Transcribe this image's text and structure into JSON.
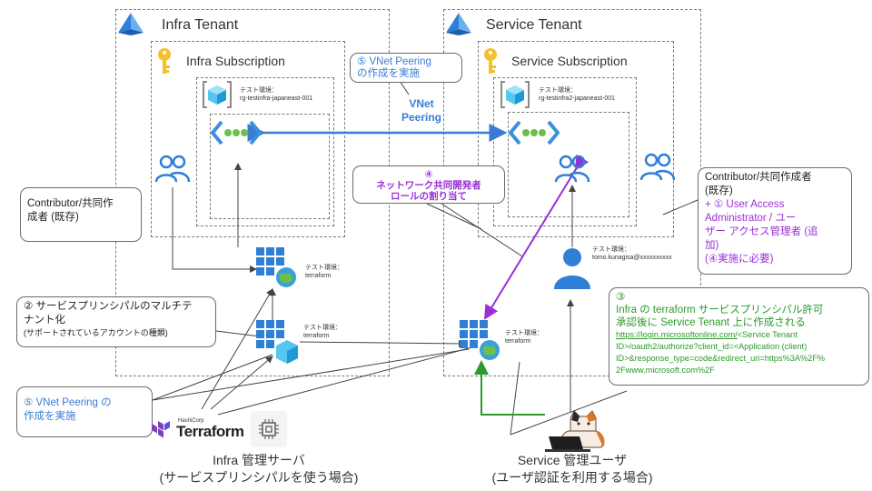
{
  "tenants": {
    "infra": {
      "title": "Infra Tenant",
      "subscription": "Infra Subscription",
      "rg_label_1": "テスト環境：",
      "rg_label_2": "rg-testinfra-japaneast-001"
    },
    "service": {
      "title": "Service Tenant",
      "subscription": "Service Subscription",
      "rg_label_1": "テスト環境：",
      "rg_label_2": "rg-testinfra2-japaneast-001"
    }
  },
  "vnet_peering": {
    "label_1": "VNet",
    "label_2": "Peering"
  },
  "apps": {
    "infra_terraform": {
      "line1": "テスト環境：",
      "line2": "terraform"
    },
    "infra_multitenant": {
      "line1": "テスト環境：",
      "line2": "terraform"
    },
    "service_terraform": {
      "line1": "テスト環境：",
      "line2": "terraform"
    }
  },
  "user_service": {
    "line1": "テスト環境：",
    "line2": "tomo.kunagisa@xxxxxxxxxx"
  },
  "callouts": {
    "step5_top": {
      "line1": "⑤ VNet Peering",
      "line2": "の作成を実施"
    },
    "step4": {
      "line1": "④",
      "line2": "ネットワーク共同開発者",
      "line3": "ロールの割り当て"
    },
    "contributor_left": {
      "line1": "Contributor/共同作",
      "line2": "成者 (既存)"
    },
    "contributor_right": {
      "line1": "Contributor/共同作成者",
      "line2": "(既存)",
      "line3": "+ ① User Access",
      "line4": "Administrator / ユー",
      "line5": "ザー アクセス管理者 (追",
      "line6": "加)",
      "line7": "(④実施に必要)"
    },
    "step2": {
      "line1": "② サービスプリンシパルのマルチテ",
      "line2": "ナント化",
      "line3": "(サポートされているアカウントの種類)"
    },
    "step3": {
      "line1": "③",
      "line2": "Infra の terraform サービスプリンシパル許可",
      "line3": "承認後に Service Tenant 上に作成される",
      "url1": "https://login.microsoftonline.com/",
      "url1b": "<Service Tenant",
      "url2": "ID>/oauth2/authorize?client_id=<Application (client)",
      "url3": "ID>&response_type=code&redirect_uri=https%3A%2F%",
      "url4": "2Fwww.microsoft.com%2F"
    },
    "step5_bottom": {
      "line1": "⑤ VNet Peering の",
      "line2": "作成を実施"
    }
  },
  "logo": {
    "hashicorp": "HashiCorp",
    "terraform": "Terraform"
  },
  "bottom": {
    "infra_1": "Infra 管理サーバ",
    "infra_2": "(サービスプリンシパルを使う場合)",
    "service_1": "Service 管理ユーザ",
    "service_2": "(ユーザ認証を利用する場合)"
  },
  "colors": {
    "blue": "#3b7bd6",
    "purple": "#9b2fd6",
    "green": "#2a9a2a",
    "azure": "#2f7fd6"
  }
}
